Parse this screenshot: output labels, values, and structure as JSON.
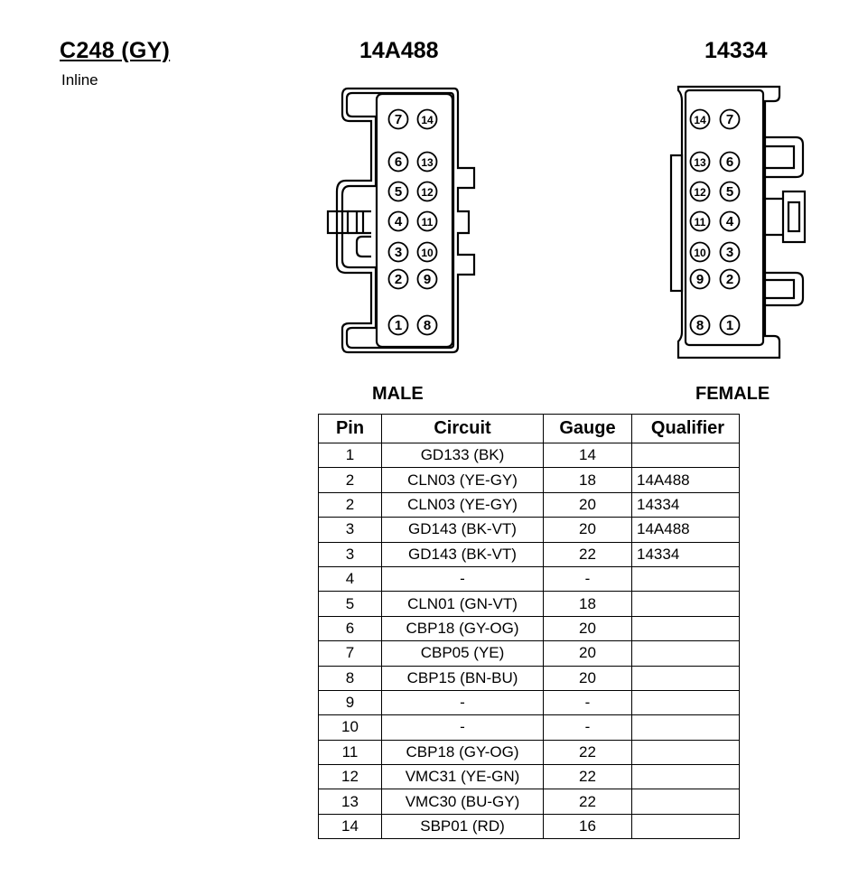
{
  "connector": {
    "title": "C248 (GY)",
    "subtitle": "Inline"
  },
  "views": {
    "male": {
      "part_number": "14A488",
      "gender_label": "MALE",
      "pin_pairs": [
        [
          "7",
          "14"
        ],
        [
          "6",
          "13"
        ],
        [
          "5",
          "12"
        ],
        [
          "4",
          "11"
        ],
        [
          "3",
          "10"
        ],
        [
          "2",
          "9"
        ],
        [
          "1",
          "8"
        ]
      ]
    },
    "female": {
      "part_number": "14334",
      "gender_label": "FEMALE",
      "pin_pairs": [
        [
          "14",
          "7"
        ],
        [
          "13",
          "6"
        ],
        [
          "12",
          "5"
        ],
        [
          "11",
          "4"
        ],
        [
          "10",
          "3"
        ],
        [
          "9",
          "2"
        ],
        [
          "8",
          "1"
        ]
      ]
    }
  },
  "table": {
    "headers": {
      "pin": "Pin",
      "circuit": "Circuit",
      "gauge": "Gauge",
      "qualifier": "Qualifier"
    },
    "rows": [
      {
        "pin": "1",
        "circuit": "GD133 (BK)",
        "gauge": "14",
        "qualifier": ""
      },
      {
        "pin": "2",
        "circuit": "CLN03 (YE-GY)",
        "gauge": "18",
        "qualifier": "14A488"
      },
      {
        "pin": "2",
        "circuit": "CLN03 (YE-GY)",
        "gauge": "20",
        "qualifier": "14334"
      },
      {
        "pin": "3",
        "circuit": "GD143 (BK-VT)",
        "gauge": "20",
        "qualifier": "14A488"
      },
      {
        "pin": "3",
        "circuit": "GD143 (BK-VT)",
        "gauge": "22",
        "qualifier": "14334"
      },
      {
        "pin": "4",
        "circuit": "-",
        "gauge": "-",
        "qualifier": ""
      },
      {
        "pin": "5",
        "circuit": "CLN01 (GN-VT)",
        "gauge": "18",
        "qualifier": ""
      },
      {
        "pin": "6",
        "circuit": "CBP18 (GY-OG)",
        "gauge": "20",
        "qualifier": ""
      },
      {
        "pin": "7",
        "circuit": "CBP05 (YE)",
        "gauge": "20",
        "qualifier": ""
      },
      {
        "pin": "8",
        "circuit": "CBP15 (BN-BU)",
        "gauge": "20",
        "qualifier": ""
      },
      {
        "pin": "9",
        "circuit": "-",
        "gauge": "-",
        "qualifier": ""
      },
      {
        "pin": "10",
        "circuit": "-",
        "gauge": "-",
        "qualifier": ""
      },
      {
        "pin": "11",
        "circuit": "CBP18 (GY-OG)",
        "gauge": "22",
        "qualifier": ""
      },
      {
        "pin": "12",
        "circuit": "VMC31 (YE-GN)",
        "gauge": "22",
        "qualifier": ""
      },
      {
        "pin": "13",
        "circuit": "VMC30 (BU-GY)",
        "gauge": "22",
        "qualifier": ""
      },
      {
        "pin": "14",
        "circuit": "SBP01 (RD)",
        "gauge": "16",
        "qualifier": ""
      }
    ]
  }
}
